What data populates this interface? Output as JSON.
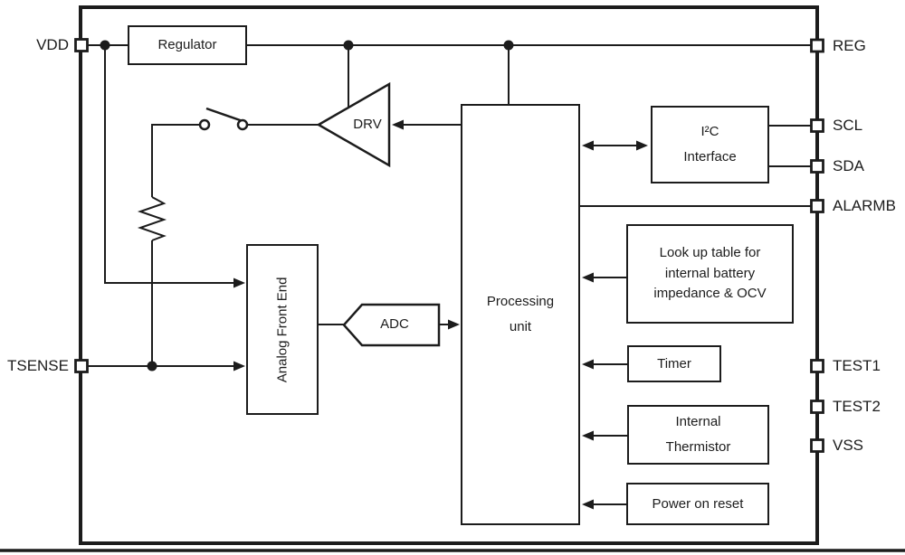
{
  "diagram": {
    "pins": {
      "vdd": "VDD",
      "tsense": "TSENSE",
      "reg": "REG",
      "scl": "SCL",
      "sda": "SDA",
      "alarmb": "ALARMB",
      "test1": "TEST1",
      "test2": "TEST2",
      "vss": "VSS"
    },
    "blocks": {
      "regulator": "Regulator",
      "drv": "DRV",
      "analog_front_end": "Analog Front End",
      "adc": "ADC",
      "processing_unit": {
        "lines": [
          "Processing",
          "unit"
        ]
      },
      "i2c_interface": {
        "lines": [
          "I²C",
          "Interface"
        ]
      },
      "lookup_table": {
        "lines": [
          "Look up table for",
          "internal battery",
          "impedance & OCV"
        ]
      },
      "timer": "Timer",
      "internal_thermistor": {
        "lines": [
          "Internal",
          "Thermistor"
        ]
      },
      "power_on_reset": "Power on reset"
    },
    "colors": {
      "line": "#1c1c1c",
      "background": "#ffffff"
    }
  }
}
